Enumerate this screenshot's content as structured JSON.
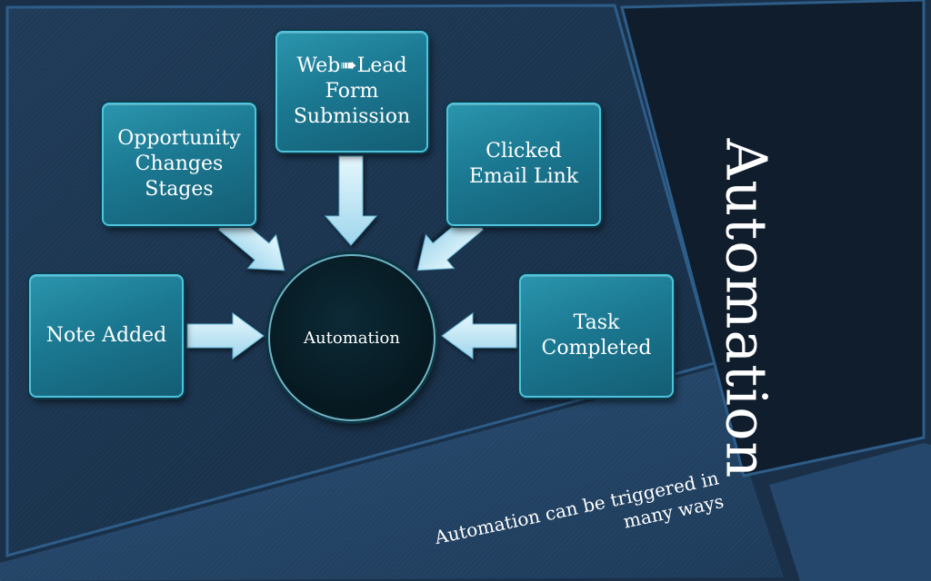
{
  "slide": {
    "side_title": "Automation",
    "subtitle": "Automation can be triggered in\nmany ways"
  },
  "diagram": {
    "center": "Automation",
    "triggers": {
      "opportunity": "Opportunity\nChanges\nStages",
      "web_lead": "Web➠Lead\nForm\nSubmission",
      "email": "Clicked\nEmail Link",
      "note": "Note Added",
      "task": "Task\nCompleted"
    }
  },
  "colors": {
    "box_fill": "#1b7891",
    "box_border": "#4fc3dc",
    "center_fill": "#061820",
    "arrow_fill": "#bfe6f6",
    "background": "#1d3550",
    "dark_panel": "#0f1d2d"
  }
}
